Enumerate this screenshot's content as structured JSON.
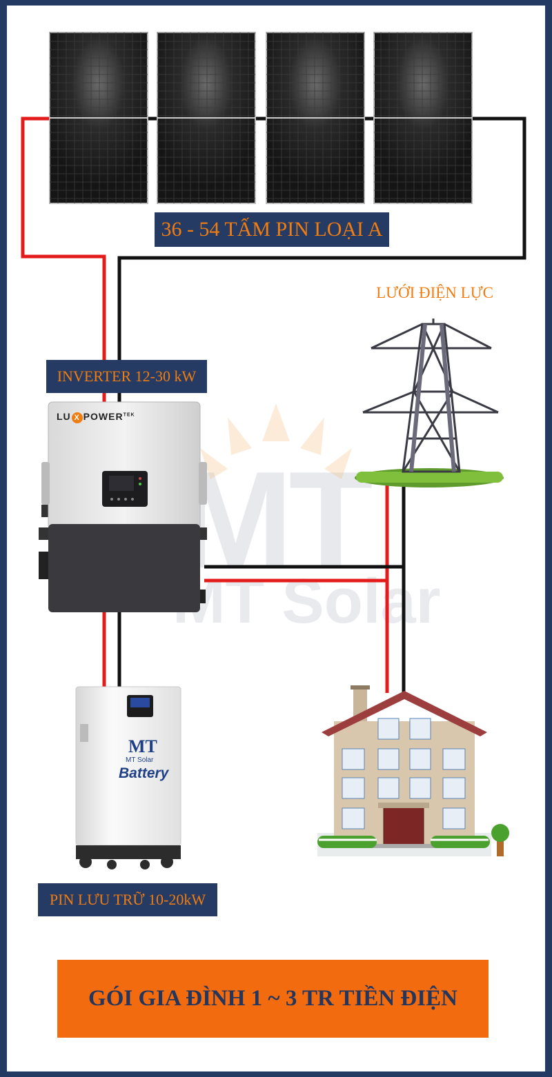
{
  "labels": {
    "panels": "36 - 54 TẤM PIN LOẠI A",
    "grid": "LƯỚI ĐIỆN LỰC",
    "inverter": "INVERTER 12-30 kW",
    "battery": "PIN LƯU TRỮ 10-20kW"
  },
  "title": "GÓI GIA ĐÌNH 1 ~ 3 TR TIỀN ĐIỆN",
  "watermark": {
    "logo": "MT",
    "brand": "MT Solar"
  },
  "inverter_brand": {
    "left": "LU",
    "mark": "X",
    "right": "POWER",
    "suffix": "TEK"
  },
  "battery_branding": {
    "logo": "MT",
    "sub": "MT Solar",
    "product": "Battery"
  },
  "colors": {
    "background": "#233a63",
    "label_bg": "#253b63",
    "label_text": "#f07d12",
    "banner": "#f26b0f",
    "banner_text": "#24365c",
    "wire_positive": "#e41b1b",
    "wire_negative": "#111111"
  }
}
